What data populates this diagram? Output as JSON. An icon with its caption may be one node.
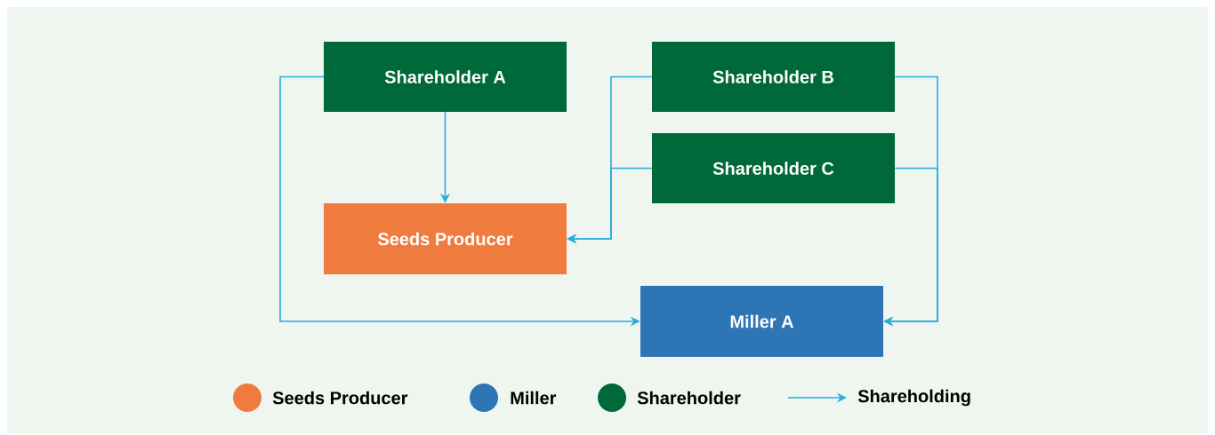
{
  "diagram": {
    "nodes": [
      {
        "text": [
          "Shareholder A"
        ]
      },
      {
        "text": [
          "Shareholder B"
        ]
      },
      {
        "text": [
          "Shareholder C"
        ]
      },
      {
        "text": [
          "Seeds Producer"
        ]
      },
      {
        "text": [
          "Miller A"
        ]
      }
    ],
    "edges": [
      {
        "from": 0,
        "to": 3,
        "arrow": "to"
      },
      {
        "from": 0,
        "to": 4,
        "arrow": "to"
      },
      {
        "from": 1,
        "to": 3,
        "arrow": "to"
      },
      {
        "from": 2,
        "to": 3,
        "arrow": "to"
      },
      {
        "from": 1,
        "to": 4,
        "arrow": "to"
      },
      {
        "from": 2,
        "to": 4,
        "arrow": "to"
      }
    ],
    "legend": [
      {
        "text": "Seeds Producer",
        "color": "#f07b3f"
      },
      {
        "text": "Miller",
        "color": "#2e75b6"
      },
      {
        "text": "Shareholder",
        "color": "#00693a"
      },
      {
        "text": "Shareholding"
      }
    ]
  }
}
